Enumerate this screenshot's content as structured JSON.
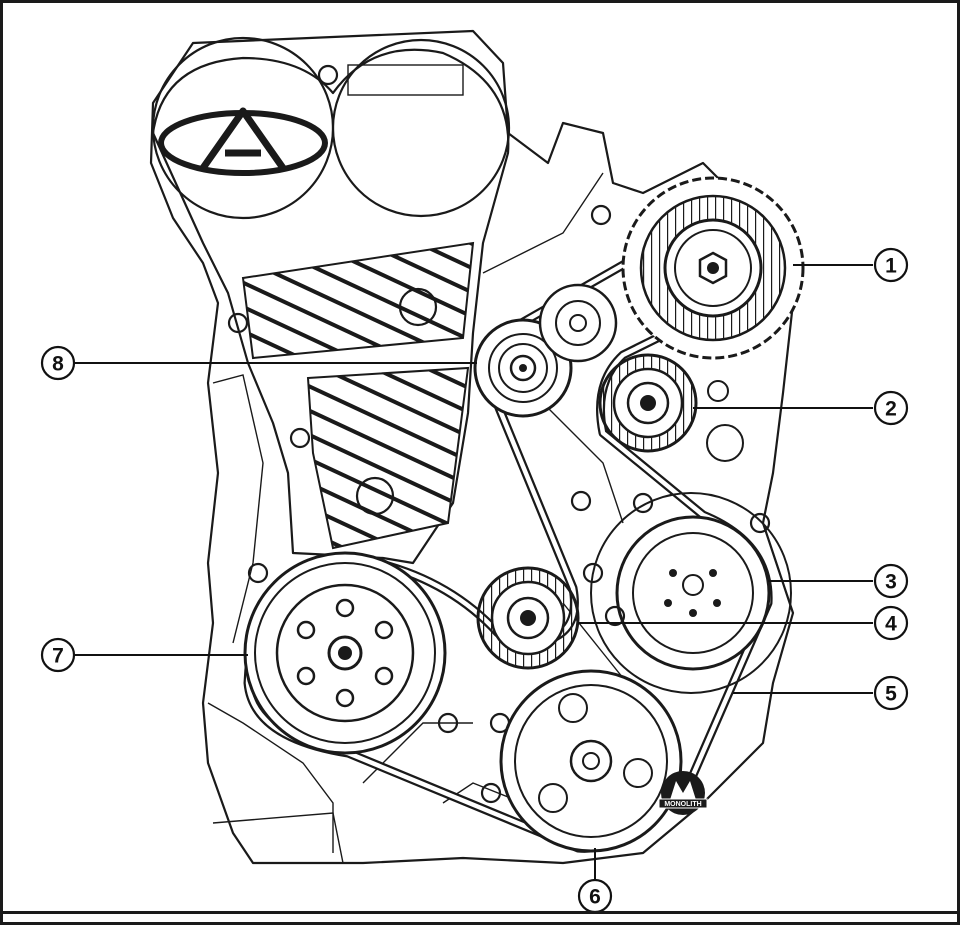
{
  "callouts": [
    {
      "id": "1",
      "label": "1"
    },
    {
      "id": "2",
      "label": "2"
    },
    {
      "id": "3",
      "label": "3"
    },
    {
      "id": "4",
      "label": "4"
    },
    {
      "id": "5",
      "label": "5"
    },
    {
      "id": "6",
      "label": "6"
    },
    {
      "id": "7",
      "label": "7"
    },
    {
      "id": "8",
      "label": "8"
    }
  ],
  "watermark": {
    "text": "MONOLITH"
  },
  "colors": {
    "line": "#1a1a1a",
    "background": "#ffffff"
  }
}
